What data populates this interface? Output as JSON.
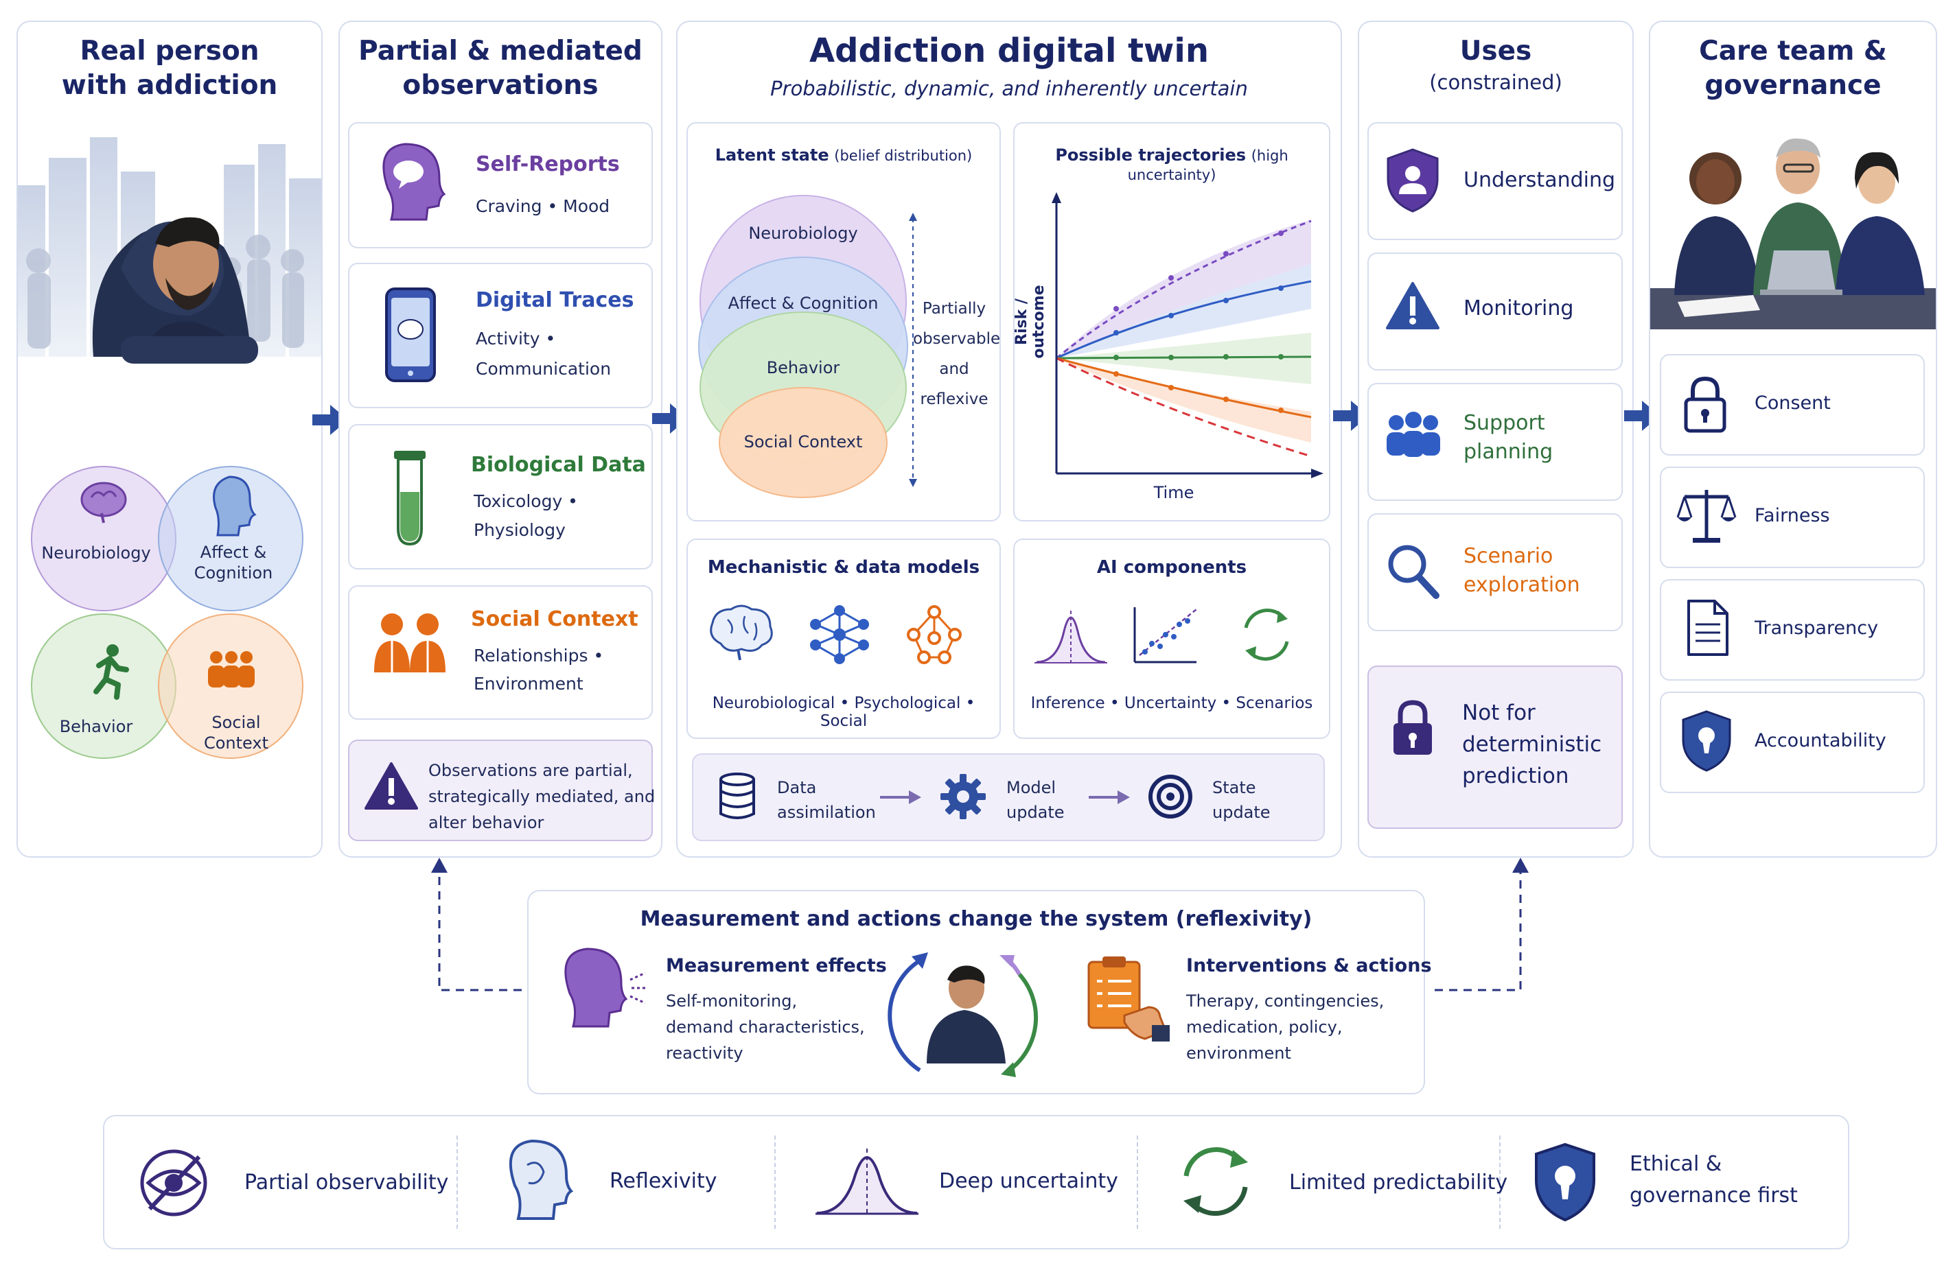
{
  "columns": {
    "person": {
      "title_line1": "Real person",
      "title_line2": "with addiction",
      "venn": {
        "neuro": "Neurobiology",
        "affect_l1": "Affect &",
        "affect_l2": "Cognition",
        "behavior": "Behavior",
        "social_l1": "Social",
        "social_l2": "Context"
      }
    },
    "observations": {
      "title_line1": "Partial & mediated",
      "title_line2": "observations",
      "cards": [
        {
          "title": "Self-Reports",
          "line1": "Craving • Mood",
          "line2": ""
        },
        {
          "title": "Digital Traces",
          "line1": "Activity •",
          "line2": "Communication"
        },
        {
          "title": "Biological Data",
          "line1": "Toxicology •",
          "line2": "Physiology"
        },
        {
          "title": "Social Context",
          "line1": "Relationships •",
          "line2": "Environment"
        }
      ],
      "warning_l1": "Observations are partial,",
      "warning_l2": "strategically mediated, and",
      "warning_l3": "alter behavior"
    },
    "twin": {
      "title": "Addiction digital twin",
      "subtitle": "Probabilistic, dynamic, and inherently uncertain",
      "latent": {
        "title": "Latent state",
        "title_note": "(belief distribution)",
        "layers": [
          "Neurobiology",
          "Affect & Cognition",
          "Behavior",
          "Social Context"
        ],
        "side_l1": "Partially",
        "side_l2": "observable",
        "side_l3": "and",
        "side_l4": "reflexive"
      },
      "trajectories": {
        "title": "Possible trajectories",
        "title_note": "(high uncertainty)",
        "ylabel": "Risk / outcome",
        "xlabel": "Time"
      },
      "mechanistic": {
        "title": "Mechanistic & data models",
        "caption": "Neurobiological • Psychological • Social"
      },
      "ai": {
        "title": "AI components",
        "caption": "Inference • Uncertainty • Scenarios"
      },
      "pipeline": {
        "s1_l1": "Data",
        "s1_l2": "assimilation",
        "s2_l1": "Model",
        "s2_l2": "update",
        "s3_l1": "State",
        "s3_l2": "update"
      }
    },
    "uses": {
      "title_line1": "Uses",
      "title_line2": "(constrained)",
      "items": [
        {
          "l1": "Understanding",
          "l2": ""
        },
        {
          "l1": "Monitoring",
          "l2": ""
        },
        {
          "l1": "Support",
          "l2": "planning"
        },
        {
          "l1": "Scenario",
          "l2": "exploration"
        }
      ],
      "not_l1": "Not for",
      "not_l2": "deterministic",
      "not_l3": "prediction"
    },
    "care": {
      "title_line1": "Care team &",
      "title_line2": "governance",
      "items": [
        "Consent",
        "Fairness",
        "Transparency",
        "Accountability"
      ]
    }
  },
  "reflexivity": {
    "title": "Measurement and actions change the system (reflexivity)",
    "left_title": "Measurement effects",
    "left_l1": "Self-monitoring,",
    "left_l2": "demand characteristics,",
    "left_l3": "reactivity",
    "right_title": "Interventions & actions",
    "right_l1": "Therapy, contingencies,",
    "right_l2": "medication, policy,",
    "right_l3": "environment"
  },
  "principles": {
    "p1": "Partial observability",
    "p2": "Reflexivity",
    "p3": "Deep uncertainty",
    "p4": "Limited predictability",
    "p5_l1": "Ethical &",
    "p5_l2": "governance first"
  },
  "colors": {
    "navy": "#1a2566",
    "purple": "#6b3fa0",
    "blue": "#2f4fb0",
    "green": "#2e7a3a",
    "orange": "#dd6a10",
    "border": "#d5ddee"
  }
}
